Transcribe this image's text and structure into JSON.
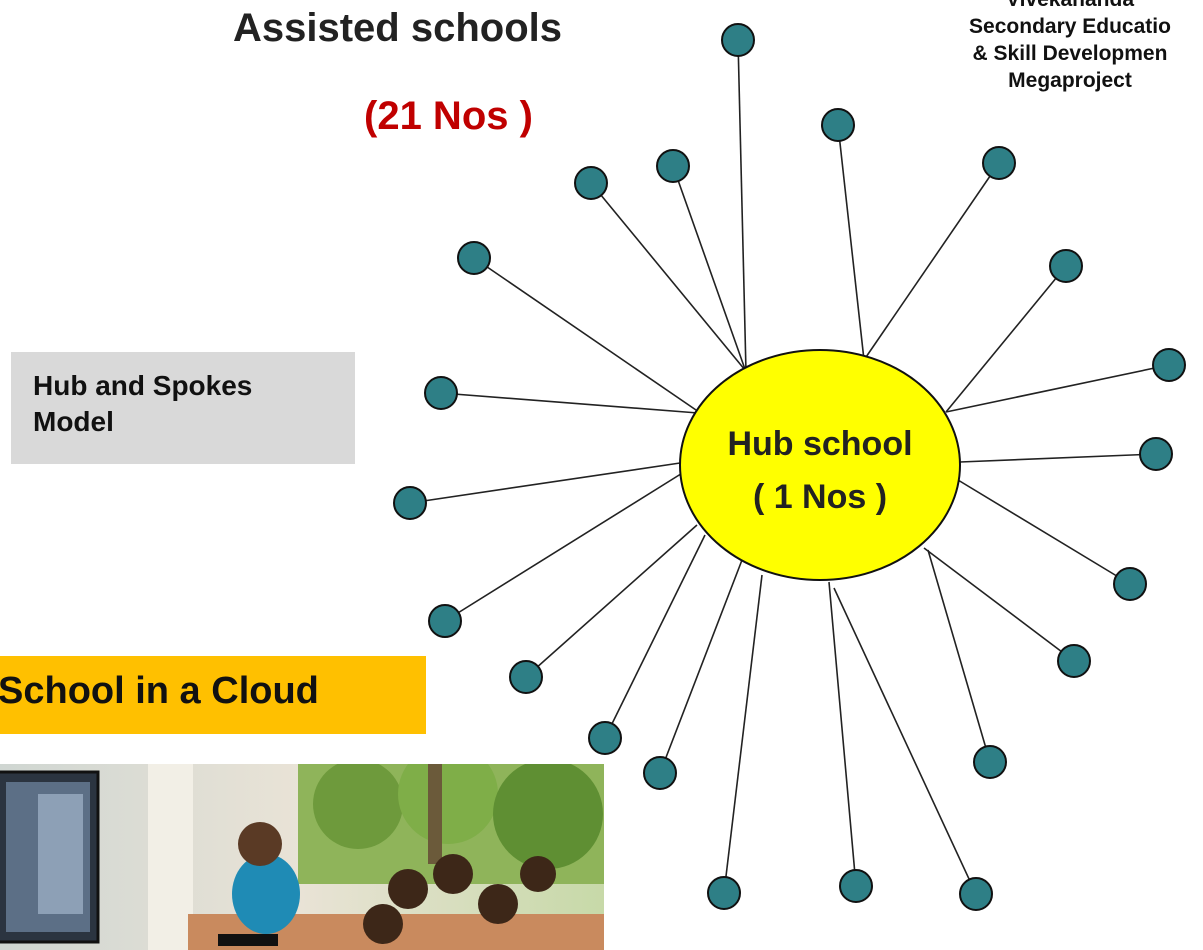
{
  "header": {
    "title": "Assisted schools",
    "count": "(21 Nos )"
  },
  "corner_text": {
    "lines": [
      "Vivekananda",
      "Secondary Educatio",
      "& Skill Developmen",
      "Megaproject"
    ]
  },
  "model_label": {
    "line1": "Hub and Spokes",
    "line2": "Model"
  },
  "cloud_label": "School in a Cloud",
  "hub": {
    "line1": "Hub school",
    "line2": "( 1 Nos )",
    "fill": "#ffff00"
  },
  "spoke_color": "#2e7f86",
  "photo": {
    "caption": ""
  }
}
